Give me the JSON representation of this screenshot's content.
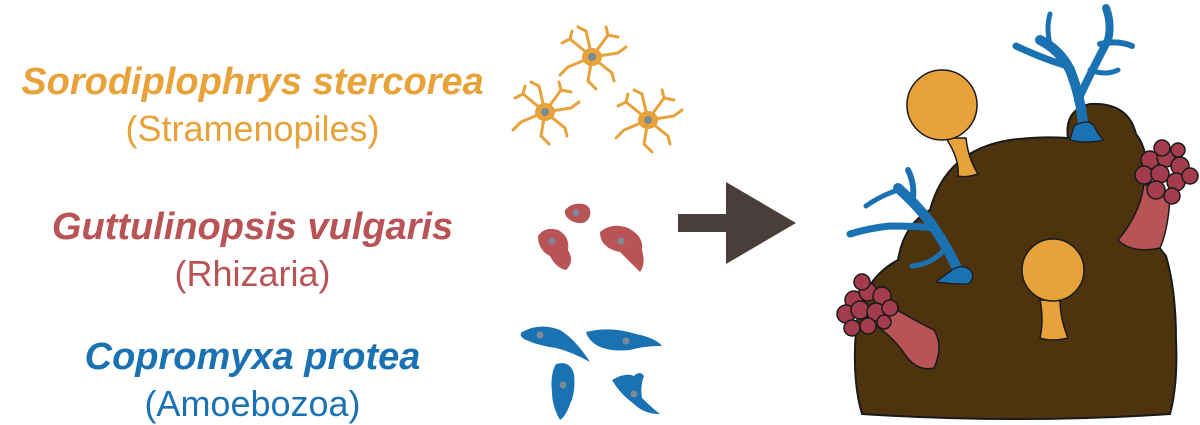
{
  "species": [
    {
      "name": "Sorodiplophrys stercorea",
      "group": "(Stramenopiles)",
      "color": "#e8a23a",
      "icon": "stramenopile-cells-icon"
    },
    {
      "name": "Guttulinopsis vulgaris",
      "group": "(Rhizaria)",
      "color": "#b85456",
      "icon": "rhizaria-cells-icon"
    },
    {
      "name": "Copromyxa protea",
      "group": "(Amoebozoa)",
      "color": "#1a72b3",
      "icon": "amoebozoa-cells-icon"
    }
  ],
  "colors": {
    "dung": "#4e330f",
    "arrow": "#4a3e3c",
    "nucleus": "#7b8a94",
    "outline": "#1a1a1a"
  },
  "icons": [
    "arrow-right-icon",
    "dung-substrate-icon",
    "fruiting-body-icon"
  ]
}
